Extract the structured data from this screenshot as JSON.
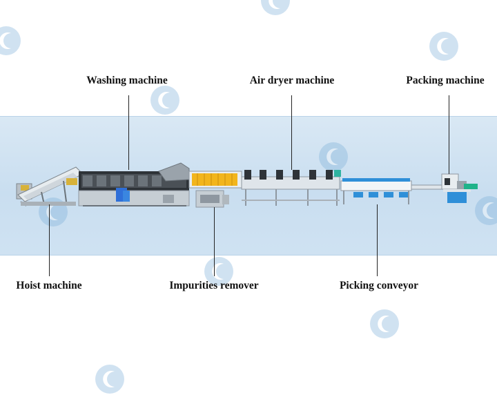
{
  "labels": {
    "washing": "Washing machine",
    "air_dryer": "Air dryer machine",
    "packing": "Packing machine",
    "hoist": "Hoist machine",
    "impurities": "Impurities remover",
    "picking": "Picking conveyor"
  },
  "colors": {
    "band": "#cfe2f2",
    "machine_grey": "#8e97a0",
    "dryer_yellow": "#f2b51c",
    "belt_blue": "#2f8fd8",
    "hoist_gold": "#d7b23a"
  },
  "watermark_icon": "company-logo-icon"
}
